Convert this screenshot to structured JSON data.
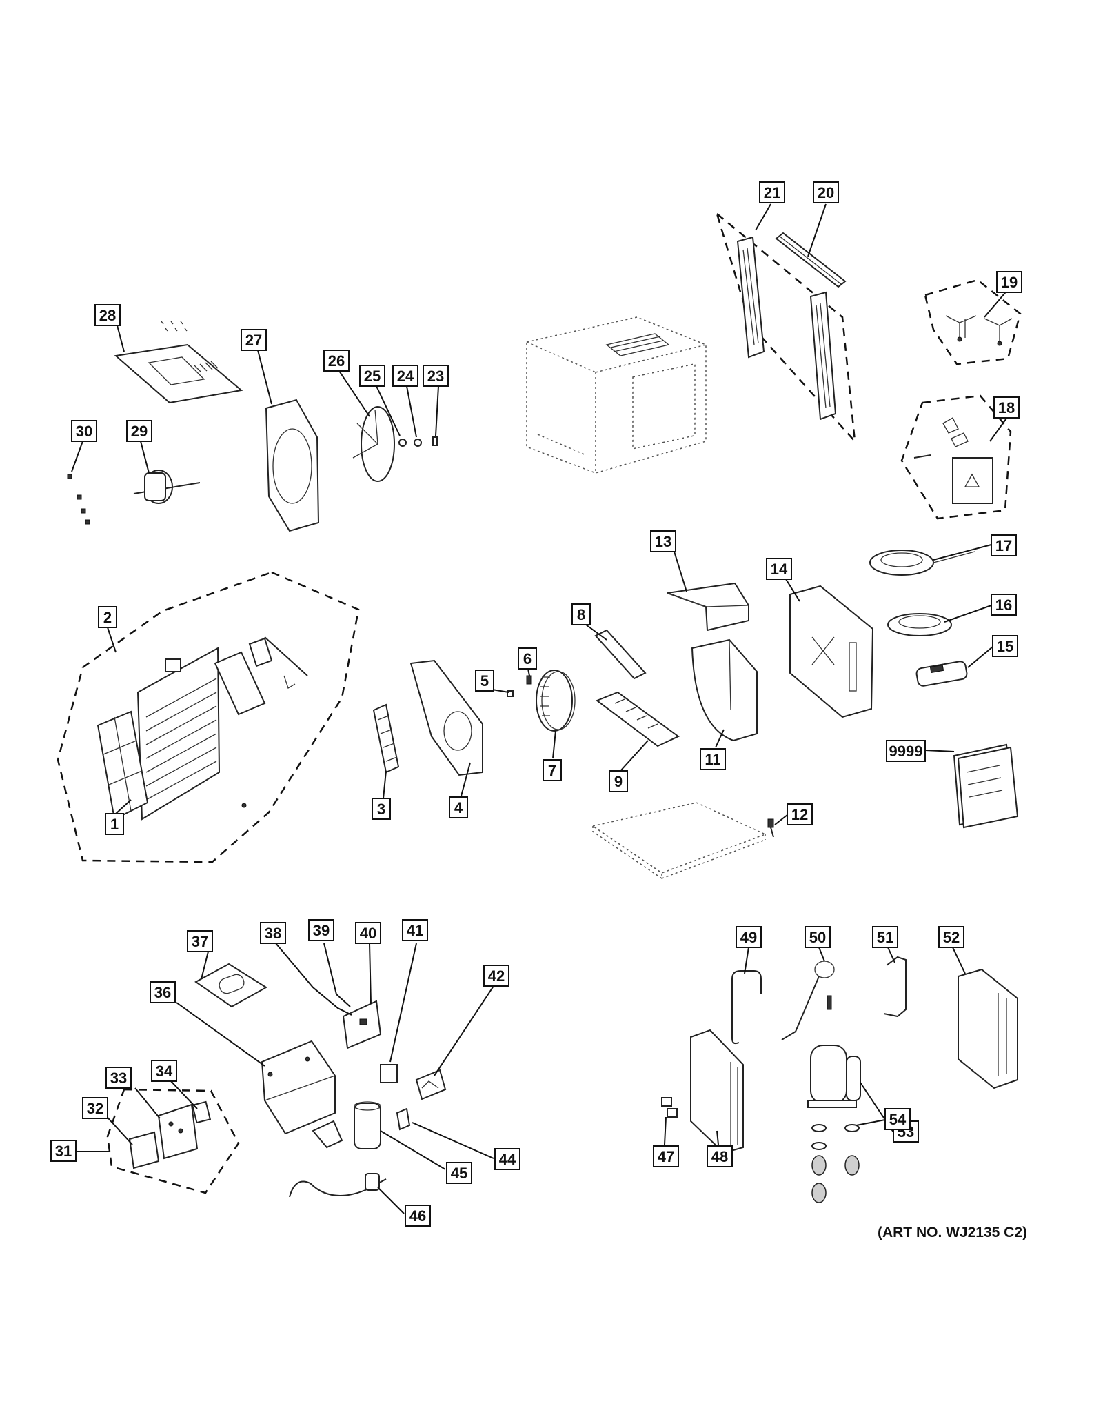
{
  "diagram": {
    "art_number": "(ART NO. WJ2135 C2)",
    "callouts": {
      "p1": "1",
      "p2": "2",
      "p3": "3",
      "p4": "4",
      "p5": "5",
      "p6": "6",
      "p7": "7",
      "p8": "8",
      "p9": "9",
      "p11": "11",
      "p12": "12",
      "p13": "13",
      "p14": "14",
      "p15": "15",
      "p16": "16",
      "p17": "17",
      "p18": "18",
      "p19": "19",
      "p20": "20",
      "p21": "21",
      "p23": "23",
      "p24": "24",
      "p25": "25",
      "p26": "26",
      "p27": "27",
      "p28": "28",
      "p29": "29",
      "p30": "30",
      "p31": "31",
      "p32": "32",
      "p33": "33",
      "p34": "34",
      "p36": "36",
      "p37": "37",
      "p38": "38",
      "p39": "39",
      "p40": "40",
      "p41": "41",
      "p42": "42",
      "p44": "44",
      "p45": "45",
      "p46": "46",
      "p47": "47",
      "p48": "48",
      "p49": "49",
      "p50": "50",
      "p51": "51",
      "p52": "52",
      "p53": "53",
      "p54": "54",
      "p9999": "9999"
    }
  }
}
